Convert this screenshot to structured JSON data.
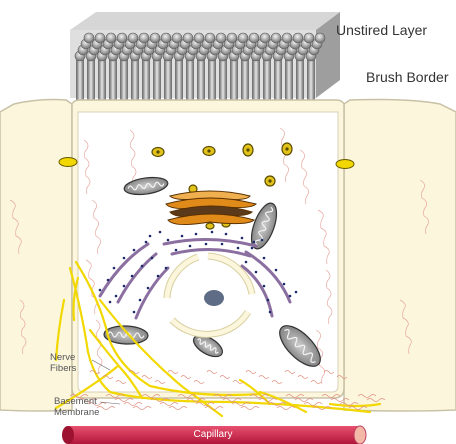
{
  "labels": {
    "unstired_layer": "Unstired Layer",
    "brush_border": "Brush Border",
    "nerve_fibers": "Nerve Fibers",
    "basement_membrane": "Basement Membrane",
    "capillary": "Capillary"
  },
  "colors": {
    "cell_fill": "#fbf6dc",
    "cell_outline": "#c9c1a6",
    "microvilli": "#9a9a9a",
    "unstired_layer": "#b9b9b9",
    "nerve": "#f2d800",
    "capillary": "#d21f45",
    "golgi": "#e08a1a",
    "er": "#8a6fa0",
    "mitochondria": "#8c8c8c",
    "fibrils": "#e8a8a0"
  }
}
